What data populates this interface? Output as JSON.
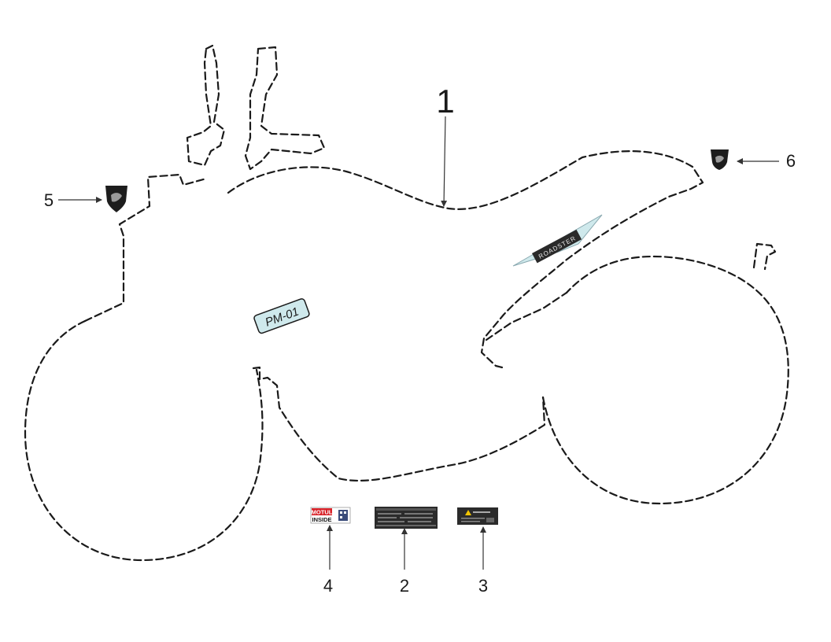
{
  "callouts": {
    "c1": "1",
    "c2": "2",
    "c3": "3",
    "c4": "4",
    "c5": "5",
    "c6": "6"
  },
  "decals": {
    "model_badge": "PM-01",
    "roadster_badge": "ROADSTER",
    "motul_brand": "MOTUL",
    "motul_sub": "INSIDE"
  },
  "colors": {
    "outline": "#1a1a1a",
    "badge_fill": "#cfe9ec",
    "motul_red": "#d8232a",
    "label_dark": "#2b2b2b",
    "warning_yellow": "#f2c500"
  },
  "icons": {
    "emblem": "lion-emblem-icon",
    "qr": "qr-code-icon",
    "warning": "warning-triangle-icon"
  }
}
